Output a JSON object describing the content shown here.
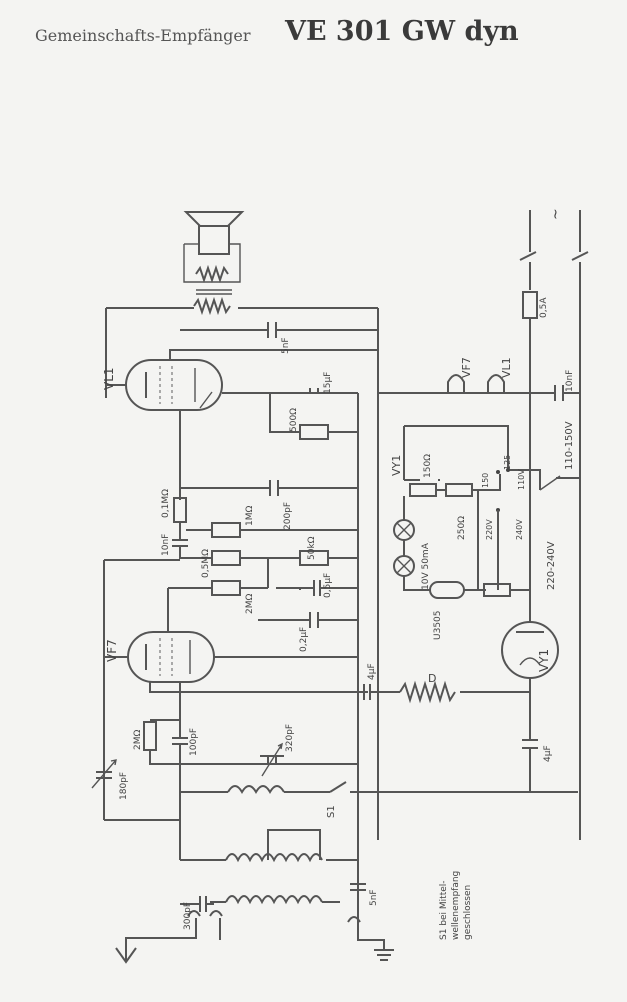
{
  "header": {
    "subtitle": "Gemeinschafts-Empfänger",
    "model": "VE 301 GW dyn"
  },
  "labels": {
    "tube_vl1": "VL1",
    "tube_vf7": "VF7",
    "tube_vy1": "VY1",
    "heater_vf7": "VF7",
    "heater_vl1": "VL1",
    "heater_vy1": "VY1",
    "cap_5nf_top": "5nF",
    "cap_15uf": "15µF",
    "res_500": "500Ω",
    "res_01m": "0,1MΩ",
    "res_1m": "1MΩ",
    "cap_200pf": "200pF",
    "cap_10nf_left": "10nF",
    "res_05m": "0,5MΩ",
    "res_50k": "50kΩ",
    "cap_05uf": "0,5µF",
    "res_2m_mid": "2MΩ",
    "cap_02uf": "0,2µF",
    "cap_4uf_mid": "4µF",
    "res_2m_left": "2MΩ",
    "cap_100pf": "100pF",
    "cap_320pf": "320pF",
    "cap_180pf": "180pF",
    "choke_d": "D",
    "switch_s1": "S1",
    "cap_300pf": "300pF",
    "cap_5nf_bot": "5nF",
    "fuse": "0,5A",
    "cap_10nf_right": "10nF",
    "res_150": "150Ω",
    "res_250": "250Ω",
    "lamp_spec": "10V  50mA",
    "u3505": "U3505",
    "tap_125": "125",
    "tap_150": "150",
    "tap_110": "110V",
    "tap_220": "220V",
    "tap_240": "240V",
    "range_high": "110-150V",
    "range_low": "220-240V",
    "cap_4uf_right": "4µF",
    "note_line1": "S1 bei Mittel-",
    "note_line2": "wellenempfang",
    "note_line3": "geschlossen",
    "mains": "~"
  }
}
